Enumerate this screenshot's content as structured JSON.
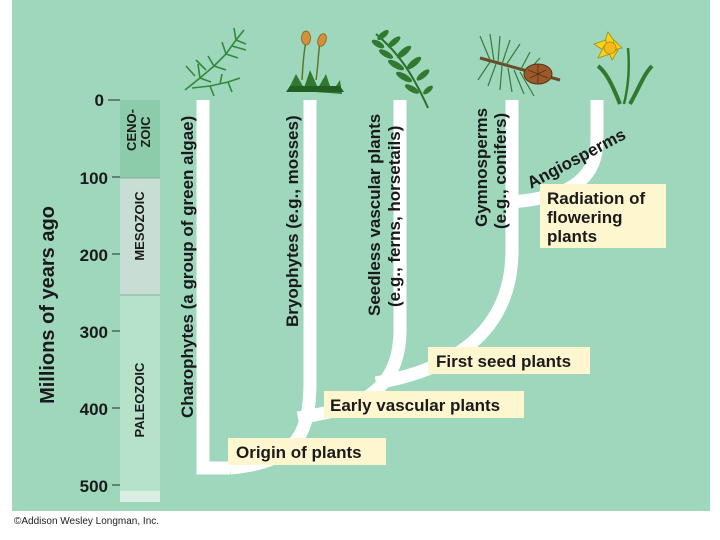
{
  "axis": {
    "title": "Millions of years ago",
    "ticks": [
      "0",
      "100",
      "200",
      "300",
      "400",
      "500"
    ]
  },
  "eras": {
    "cenozoic_line1": "CENO-",
    "cenozoic_line2": "ZOIC",
    "mesozoic": "MESOZOIC",
    "paleozoic": "PALEOZOIC"
  },
  "lineages": {
    "charophytes": "Charophytes (a group of green algae)",
    "bryophytes": "Bryophytes (e.g., mosses)",
    "seedless_line1": "Seedless vascular plants",
    "seedless_line2": "(e.g., ferns, horsetails)",
    "gymnosperms_line1": "Gymnosperms",
    "gymnosperms_line2": "(e.g., conifers)",
    "angiosperms": "Angiosperms"
  },
  "events": {
    "origin": "Origin of plants",
    "early_vascular": "Early vascular plants",
    "first_seed": "First seed plants",
    "radiation_line1": "Radiation of",
    "radiation_line2": "flowering",
    "radiation_line3": "plants"
  },
  "icons": [
    "green-algae-icon",
    "moss-icon",
    "fern-icon",
    "conifer-icon",
    "daffodil-icon"
  ],
  "colors": {
    "background": "#9fd7bd",
    "label_box": "#fdf6cf",
    "cenozoic": "#8cccaa",
    "mesozoic": "#c8ddd4",
    "paleozoic": "#b5e2c9",
    "branch": "#ffffff"
  },
  "copyright": "©Addison Wesley Longman, Inc."
}
